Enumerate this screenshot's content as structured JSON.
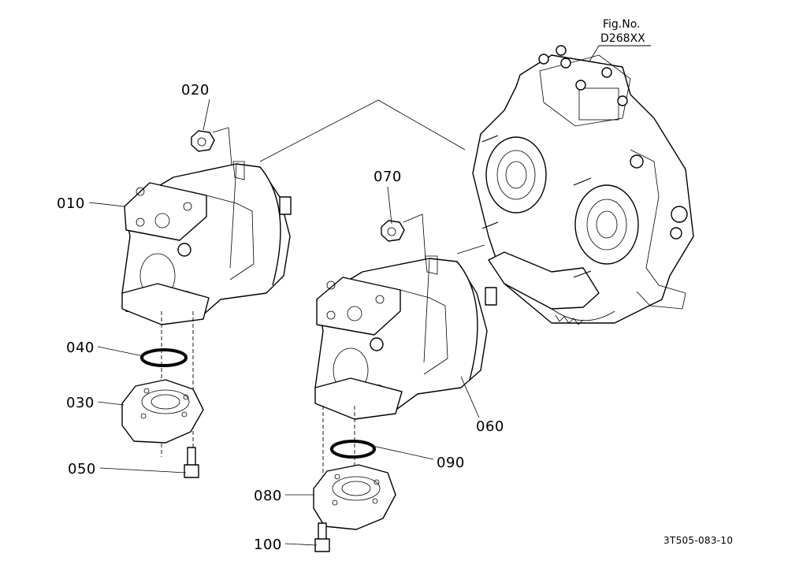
{
  "figure": {
    "label": "Fig.No.",
    "number": "D268XX",
    "drawing_id": "3T505-083-10"
  },
  "callouts": {
    "c010": "010",
    "c020": "020",
    "c030": "030",
    "c040": "040",
    "c050": "050",
    "c060": "060",
    "c070": "070",
    "c080": "080",
    "c090": "090",
    "c100": "100"
  }
}
